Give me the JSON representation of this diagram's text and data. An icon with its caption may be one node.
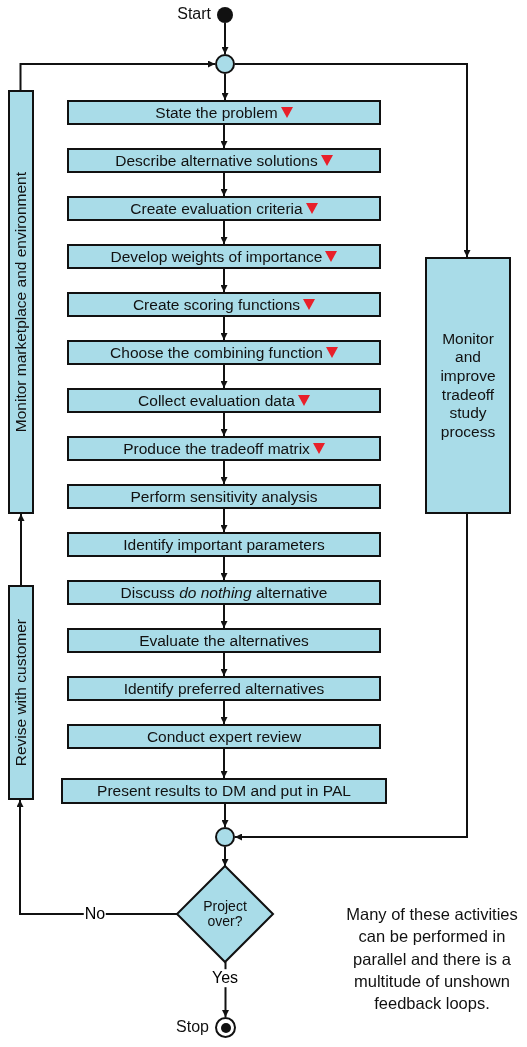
{
  "diagram": {
    "nodes": [
      {
        "text": [],
        "shape": "circle",
        "beside": [
          "Start"
        ]
      },
      {
        "text": [],
        "shape": "circle"
      },
      {
        "text": [
          "State the problem"
        ]
      },
      {
        "text": [
          "Describe alternative solutions"
        ]
      },
      {
        "text": [
          "Create evaluation criteria"
        ]
      },
      {
        "text": [
          "Develop weights of importance"
        ]
      },
      {
        "text": [
          "Create scoring functions"
        ]
      },
      {
        "text": [
          "Choose the combining function"
        ]
      },
      {
        "text": [
          "Collect evaluation data"
        ]
      },
      {
        "text": [
          "Produce the tradeoff matrix"
        ]
      },
      {
        "text": [
          "Perform sensitivity analysis"
        ]
      },
      {
        "text": [
          "Identify important parameters"
        ]
      },
      {
        "text": [
          "Discuss *do nothing* alternative"
        ]
      },
      {
        "text": [
          "Evaluate the alternatives"
        ]
      },
      {
        "text": [
          "Identify preferred alternatives"
        ]
      },
      {
        "text": [
          "Conduct expert review"
        ]
      },
      {
        "text": [
          "Present results to DM and put in PAL"
        ]
      },
      {
        "text": [],
        "shape": "circle"
      },
      {
        "text": [
          "Project over?"
        ]
      },
      {
        "text": [],
        "shape": "circle",
        "beside": [
          "Stop"
        ]
      },
      {
        "text": [
          "Monitor marketplace and environment"
        ]
      },
      {
        "text": [
          "Revise with customer"
        ]
      },
      {
        "text": [
          "Monitor and improve tradeoff study process"
        ]
      }
    ],
    "edges": [
      {
        "from": 0,
        "to": 1,
        "arrow": "to"
      },
      {
        "from": 1,
        "to": 2,
        "arrow": "to"
      },
      {
        "from": 2,
        "to": 3,
        "arrow": "to"
      },
      {
        "from": 3,
        "to": 4,
        "arrow": "to"
      },
      {
        "from": 4,
        "to": 5,
        "arrow": "to"
      },
      {
        "from": 5,
        "to": 6,
        "arrow": "to"
      },
      {
        "from": 6,
        "to": 7,
        "arrow": "to"
      },
      {
        "from": 7,
        "to": 8,
        "arrow": "to"
      },
      {
        "from": 8,
        "to": 9,
        "arrow": "to"
      },
      {
        "from": 9,
        "to": 10,
        "arrow": "to"
      },
      {
        "from": 10,
        "to": 11,
        "arrow": "to"
      },
      {
        "from": 11,
        "to": 12,
        "arrow": "to"
      },
      {
        "from": 12,
        "to": 13,
        "arrow": "to"
      },
      {
        "from": 13,
        "to": 14,
        "arrow": "to"
      },
      {
        "from": 14,
        "to": 15,
        "arrow": "to"
      },
      {
        "from": 15,
        "to": 16,
        "arrow": "to"
      },
      {
        "from": 16,
        "to": 17,
        "arrow": "to"
      },
      {
        "from": 17,
        "to": 18,
        "arrow": "to"
      },
      {
        "from": 18,
        "to": 19,
        "arrow": "to",
        "label": "Yes"
      },
      {
        "from": 18,
        "to": 21,
        "arrow": "to",
        "label": "No"
      },
      {
        "from": 21,
        "to": 20,
        "arrow": "to"
      },
      {
        "from": 20,
        "to": 1,
        "arrow": "to"
      },
      {
        "from": 1,
        "to": 22,
        "arrow": "to"
      },
      {
        "from": 22,
        "to": 17,
        "arrow": "to"
      }
    ],
    "labels": [
      "Many of these activities can be performed in parallel and there is a multitude of unshown feedback loops."
    ]
  }
}
